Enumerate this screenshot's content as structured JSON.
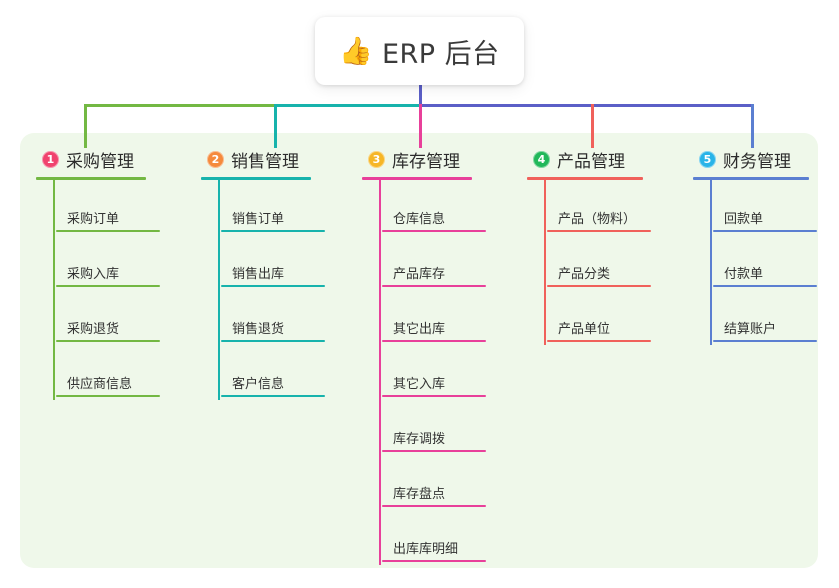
{
  "root": {
    "emoji": "👍",
    "emoji_name": "thumbs-up-emoji",
    "title": "ERP 后台"
  },
  "theme": {
    "panel_bg": "#eff8ea",
    "card_bg": "#ffffff",
    "text": "#2c2c2c",
    "bus_green": "#73b843",
    "bus_teal": "#17b3ac",
    "bus_purple": "#5b5fc7"
  },
  "columns": [
    {
      "index": "1",
      "title": "采购管理",
      "badge_color": "#f0436e",
      "line_color": "#73b843",
      "items": [
        {
          "label": "采购订单"
        },
        {
          "label": "采购入库"
        },
        {
          "label": "采购退货"
        },
        {
          "label": "供应商信息"
        }
      ]
    },
    {
      "index": "2",
      "title": "销售管理",
      "badge_color": "#f58a3c",
      "line_color": "#17b3ac",
      "items": [
        {
          "label": "销售订单"
        },
        {
          "label": "销售出库"
        },
        {
          "label": "销售退货"
        },
        {
          "label": "客户信息"
        }
      ]
    },
    {
      "index": "3",
      "title": "库存管理",
      "badge_color": "#f6b626",
      "line_color": "#e8409a",
      "items": [
        {
          "label": "仓库信息"
        },
        {
          "label": "产品库存"
        },
        {
          "label": "其它出库"
        },
        {
          "label": "其它入库"
        },
        {
          "label": "库存调拨"
        },
        {
          "label": "库存盘点"
        },
        {
          "label": "出库库明细"
        }
      ]
    },
    {
      "index": "4",
      "title": "产品管理",
      "badge_color": "#21b85a",
      "line_color": "#f0615b",
      "items": [
        {
          "label": "产品（物料）"
        },
        {
          "label": "产品分类"
        },
        {
          "label": "产品单位"
        }
      ]
    },
    {
      "index": "5",
      "title": "财务管理",
      "badge_color": "#29b4e8",
      "line_color": "#5b7fd1",
      "items": [
        {
          "label": "回款单"
        },
        {
          "label": "付款单"
        },
        {
          "label": "结算账户"
        }
      ]
    }
  ]
}
